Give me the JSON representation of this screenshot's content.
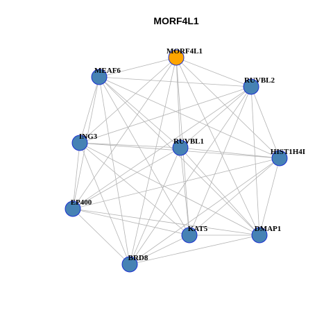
{
  "title": "MORF4L1",
  "colors": {
    "node_default": "#4682b4",
    "node_highlight": "#ffa500",
    "node_border": "#1a2fd0",
    "edge": "#b3b3b3"
  },
  "nodes": [
    {
      "id": "MORF4L1",
      "label": "MORF4L1",
      "highlight": true
    },
    {
      "id": "MEAF6",
      "label": "MEAF6",
      "highlight": false
    },
    {
      "id": "RUVBL2",
      "label": "RUVBL2",
      "highlight": false
    },
    {
      "id": "ING3",
      "label": "ING3",
      "highlight": false
    },
    {
      "id": "RUVBL1",
      "label": "RUVBL1",
      "highlight": false
    },
    {
      "id": "HIST1H4I",
      "label": "HIST1H4I",
      "highlight": false
    },
    {
      "id": "EP400",
      "label": "EP400",
      "highlight": false
    },
    {
      "id": "KAT5",
      "label": "KAT5",
      "highlight": false
    },
    {
      "id": "DMAP1",
      "label": "DMAP1",
      "highlight": false
    },
    {
      "id": "BRD8",
      "label": "BRD8",
      "highlight": false
    }
  ],
  "edges": [
    [
      "MORF4L1",
      "MEAF6"
    ],
    [
      "MORF4L1",
      "RUVBL2"
    ],
    [
      "MORF4L1",
      "RUVBL1"
    ],
    [
      "MORF4L1",
      "HIST1H4I"
    ],
    [
      "MORF4L1",
      "EP400"
    ],
    [
      "MORF4L1",
      "KAT5"
    ],
    [
      "MORF4L1",
      "DMAP1"
    ],
    [
      "MORF4L1",
      "BRD8"
    ],
    [
      "MORF4L1",
      "ING3"
    ],
    [
      "MEAF6",
      "RUVBL2"
    ],
    [
      "MEAF6",
      "ING3"
    ],
    [
      "MEAF6",
      "RUVBL1"
    ],
    [
      "MEAF6",
      "HIST1H4I"
    ],
    [
      "MEAF6",
      "EP400"
    ],
    [
      "MEAF6",
      "KAT5"
    ],
    [
      "MEAF6",
      "DMAP1"
    ],
    [
      "MEAF6",
      "BRD8"
    ],
    [
      "RUVBL2",
      "ING3"
    ],
    [
      "RUVBL2",
      "RUVBL1"
    ],
    [
      "RUVBL2",
      "HIST1H4I"
    ],
    [
      "RUVBL2",
      "EP400"
    ],
    [
      "RUVBL2",
      "KAT5"
    ],
    [
      "RUVBL2",
      "DMAP1"
    ],
    [
      "RUVBL2",
      "BRD8"
    ],
    [
      "ING3",
      "RUVBL1"
    ],
    [
      "ING3",
      "HIST1H4I"
    ],
    [
      "ING3",
      "EP400"
    ],
    [
      "ING3",
      "KAT5"
    ],
    [
      "ING3",
      "DMAP1"
    ],
    [
      "ING3",
      "BRD8"
    ],
    [
      "RUVBL1",
      "HIST1H4I"
    ],
    [
      "RUVBL1",
      "EP400"
    ],
    [
      "RUVBL1",
      "KAT5"
    ],
    [
      "RUVBL1",
      "DMAP1"
    ],
    [
      "RUVBL1",
      "BRD8"
    ],
    [
      "HIST1H4I",
      "EP400"
    ],
    [
      "HIST1H4I",
      "KAT5"
    ],
    [
      "HIST1H4I",
      "DMAP1"
    ],
    [
      "HIST1H4I",
      "BRD8"
    ],
    [
      "EP400",
      "KAT5"
    ],
    [
      "EP400",
      "DMAP1"
    ],
    [
      "EP400",
      "BRD8"
    ],
    [
      "KAT5",
      "DMAP1"
    ],
    [
      "KAT5",
      "BRD8"
    ],
    [
      "DMAP1",
      "BRD8"
    ]
  ]
}
